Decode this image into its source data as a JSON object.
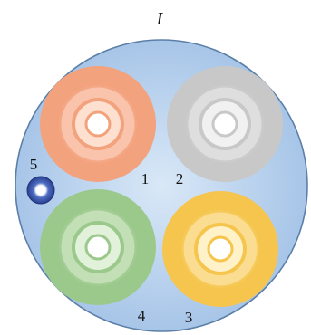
{
  "diagram": {
    "title": "I",
    "outer_fill": "#a7c5e8",
    "outer_stroke": "#5c7fa8",
    "labels": {
      "one": "1",
      "two": "2",
      "three": "3",
      "four": "4",
      "five": "5"
    },
    "discs": [
      {
        "id": "1",
        "color": "#f3a27e",
        "light": "#fde0cf"
      },
      {
        "id": "2",
        "color": "#c8c8c8",
        "light": "#f1f1f1"
      },
      {
        "id": "3",
        "color": "#f5c54e",
        "light": "#fff1c8"
      },
      {
        "id": "4",
        "color": "#9bc98c",
        "light": "#e2f1d9"
      }
    ],
    "small_disc": {
      "id": "5",
      "color": "#2f4fa6"
    }
  }
}
